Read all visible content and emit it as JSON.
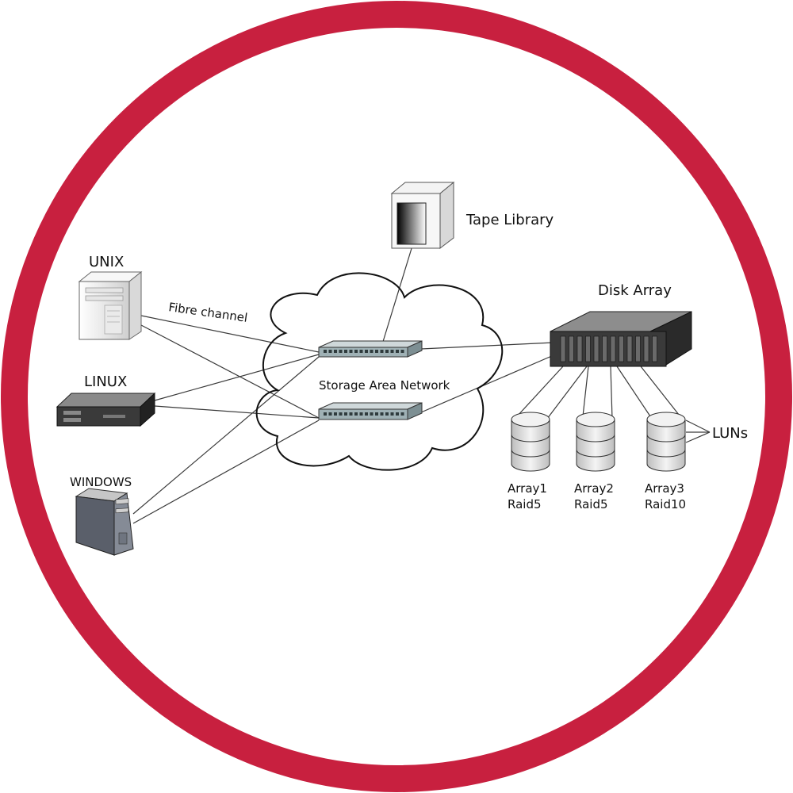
{
  "colors": {
    "ring": "#c8203f",
    "line": "#3a3a3a",
    "switch": "#9fb1b5",
    "switch_port": "#2f3b3d",
    "server_light": "#eeeeee",
    "server_dark": "#333333",
    "disk": "#e3e3e3"
  },
  "nodes": {
    "unix": {
      "label": "UNIX",
      "icon": "tower-server-icon"
    },
    "linux": {
      "label": "LINUX",
      "icon": "rack-server-icon"
    },
    "windows": {
      "label": "WINDOWS",
      "icon": "pc-tower-icon"
    },
    "tape": {
      "label": "Tape Library",
      "icon": "tape-library-icon"
    },
    "disk_array": {
      "label": "Disk Array",
      "icon": "disk-array-icon"
    }
  },
  "cloud": {
    "label": "Storage Area Network"
  },
  "link_label": "Fibre channel",
  "luns_label": "LUNs",
  "luns": [
    {
      "name": "Array1",
      "raid": "Raid5"
    },
    {
      "name": "Array2",
      "raid": "Raid5"
    },
    {
      "name": "Array3",
      "raid": "Raid10"
    }
  ]
}
